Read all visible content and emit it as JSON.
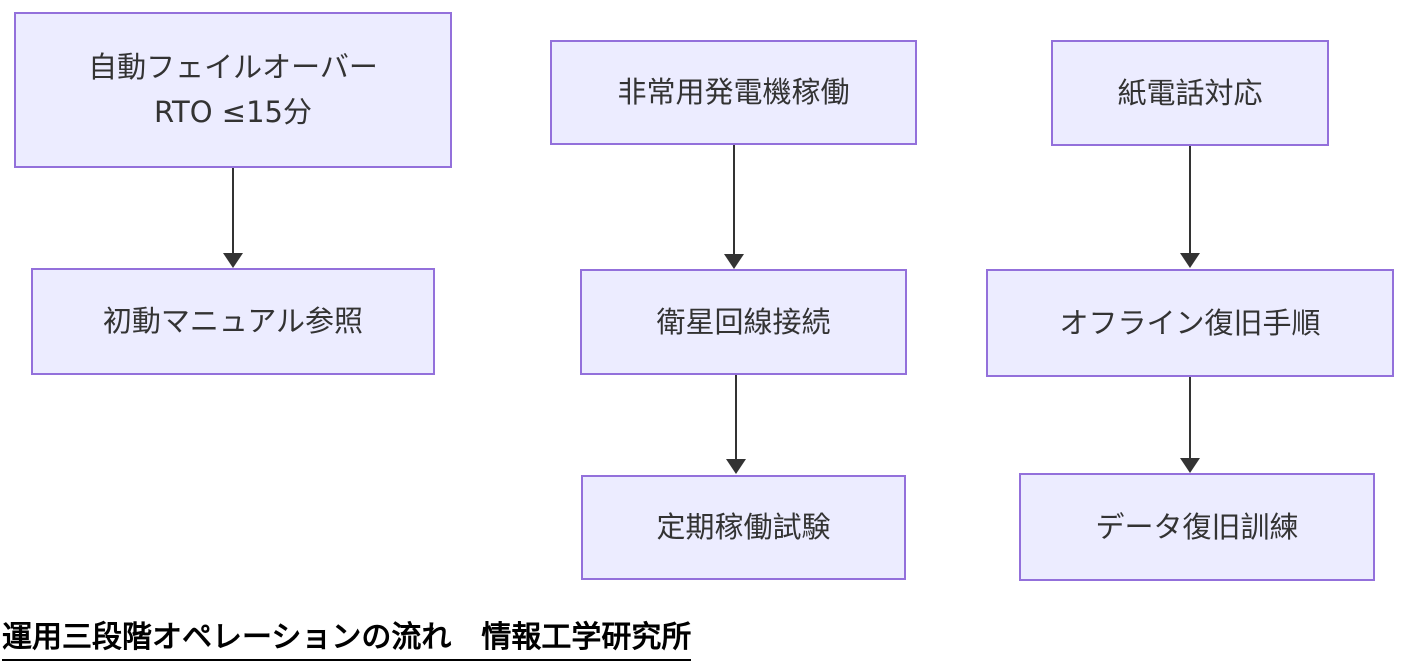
{
  "diagram": {
    "type": "flowchart",
    "caption": "運用三段階オペレーションの流れ　情報工学研究所",
    "colors": {
      "node_fill": "#ECECFF",
      "node_border": "#9370DB",
      "arrow": "#333333",
      "node_text": "#333333",
      "caption_text": "#000000",
      "background": "#FFFFFF"
    },
    "flows": [
      {
        "name": "flow-1",
        "nodes": [
          {
            "label": "自動フェイルオーバー\nRTO ≤15分"
          },
          {
            "label": "初動マニュアル参照"
          }
        ]
      },
      {
        "name": "flow-2",
        "nodes": [
          {
            "label": "非常用発電機稼働"
          },
          {
            "label": "衛星回線接続"
          },
          {
            "label": "定期稼働試験"
          }
        ]
      },
      {
        "name": "flow-3",
        "nodes": [
          {
            "label": "紙電話対応"
          },
          {
            "label": "オフライン復旧手順"
          },
          {
            "label": "データ復旧訓練"
          }
        ]
      }
    ]
  }
}
